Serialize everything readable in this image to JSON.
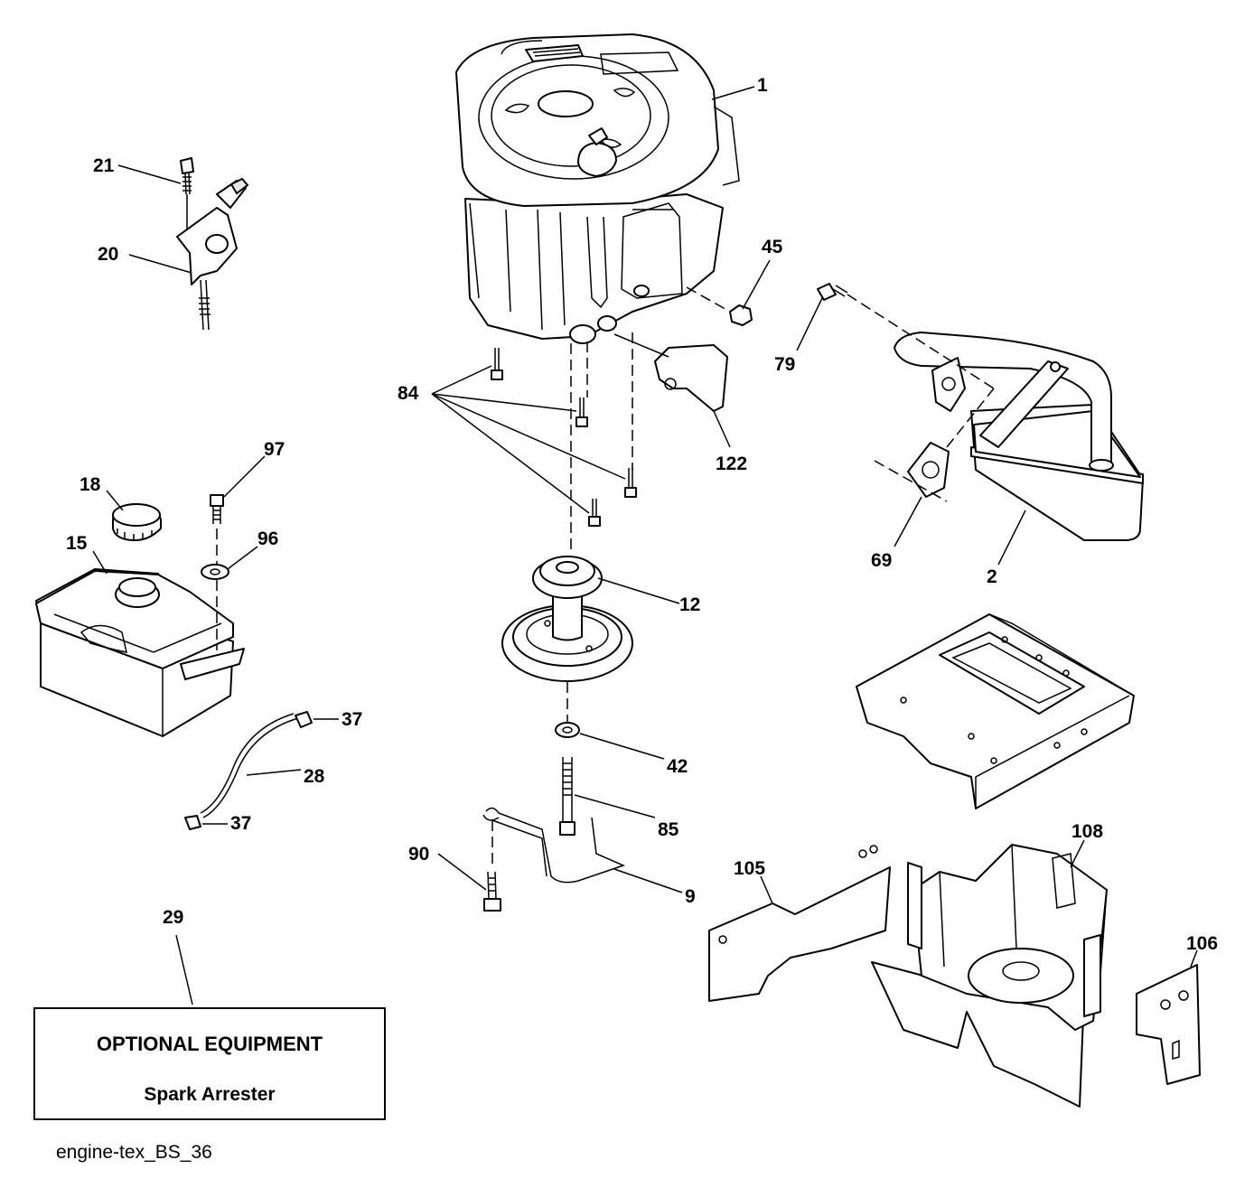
{
  "callouts": {
    "c1": "1",
    "c2": "2",
    "c9": "9",
    "c12": "12",
    "c15": "15",
    "c18": "18",
    "c20": "20",
    "c21": "21",
    "c28": "28",
    "c29": "29",
    "c37a": "37",
    "c37b": "37",
    "c42": "42",
    "c45": "45",
    "c69": "69",
    "c79": "79",
    "c84": "84",
    "c85": "85",
    "c90": "90",
    "c96": "96",
    "c97": "97",
    "c105": "105",
    "c106": "106",
    "c108": "108",
    "c122": "122"
  },
  "optional_box": {
    "title": "OPTIONAL EQUIPMENT",
    "item": "Spark Arrester"
  },
  "diagram_id": "engine-tex_BS_36"
}
